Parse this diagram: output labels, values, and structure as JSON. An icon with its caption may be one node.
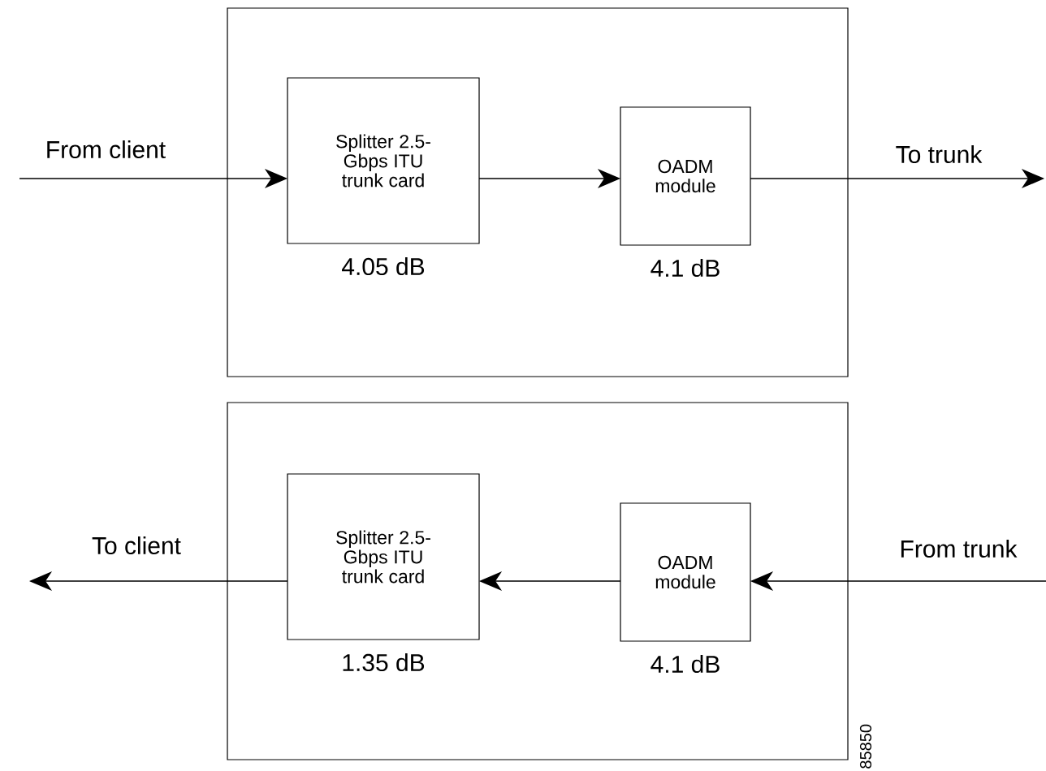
{
  "diagram": {
    "nodes": [
      {
        "text": [],
        "shape": "box"
      },
      {
        "text": [
          "Splitter 2.5-Gbps ITU trunk card"
        ],
        "in": 0,
        "beside": [
          "4.05 dB"
        ]
      },
      {
        "text": [
          "OADM module"
        ],
        "in": 0,
        "beside": [
          "4.1 dB"
        ]
      },
      {
        "text": [],
        "shape": "box"
      },
      {
        "text": [
          "Splitter 2.5-Gbps ITU trunk card"
        ],
        "in": 3,
        "beside": [
          "1.35 dB"
        ]
      },
      {
        "text": [
          "OADM module"
        ],
        "in": 3,
        "beside": [
          "4.1 dB"
        ]
      }
    ],
    "edges": [
      {
        "from": null,
        "to": 1,
        "arrow": "to",
        "label": "From client"
      },
      {
        "from": 1,
        "to": 2,
        "arrow": "to"
      },
      {
        "from": 2,
        "to": null,
        "arrow": "to",
        "label": "To trunk"
      },
      {
        "from": null,
        "to": 5,
        "arrow": "to",
        "label": "From trunk"
      },
      {
        "from": 5,
        "to": 4,
        "arrow": "to"
      },
      {
        "from": 4,
        "to": null,
        "arrow": "to",
        "label": "To client"
      }
    ],
    "labels": [
      "85850"
    ]
  }
}
